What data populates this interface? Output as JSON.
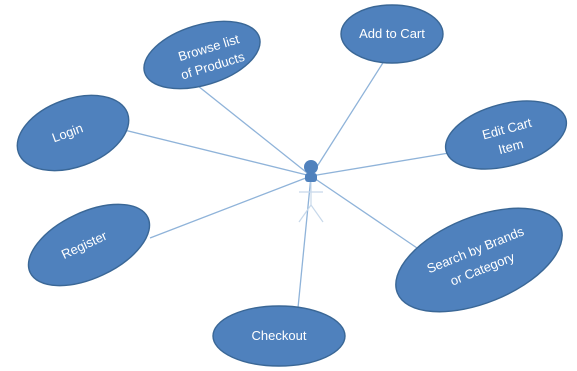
{
  "diagram": {
    "actor": {
      "name": ""
    },
    "use_cases": [
      {
        "id": "browse",
        "lines": [
          "Browse list",
          "of Products"
        ]
      },
      {
        "id": "add-to-cart",
        "lines": [
          "Add to Cart"
        ]
      },
      {
        "id": "login",
        "lines": [
          "Login"
        ]
      },
      {
        "id": "edit-cart-item",
        "lines": [
          "Edit Cart",
          "Item"
        ]
      },
      {
        "id": "register",
        "lines": [
          "Register"
        ]
      },
      {
        "id": "search",
        "lines": [
          "Search by Brands",
          "or Category"
        ]
      },
      {
        "id": "checkout",
        "lines": [
          "Checkout"
        ]
      }
    ],
    "colors": {
      "ellipse_fill": "#4f81bd",
      "ellipse_stroke": "#3a6796",
      "connector": "#8fb3d9",
      "label_text": "#ffffff"
    }
  }
}
